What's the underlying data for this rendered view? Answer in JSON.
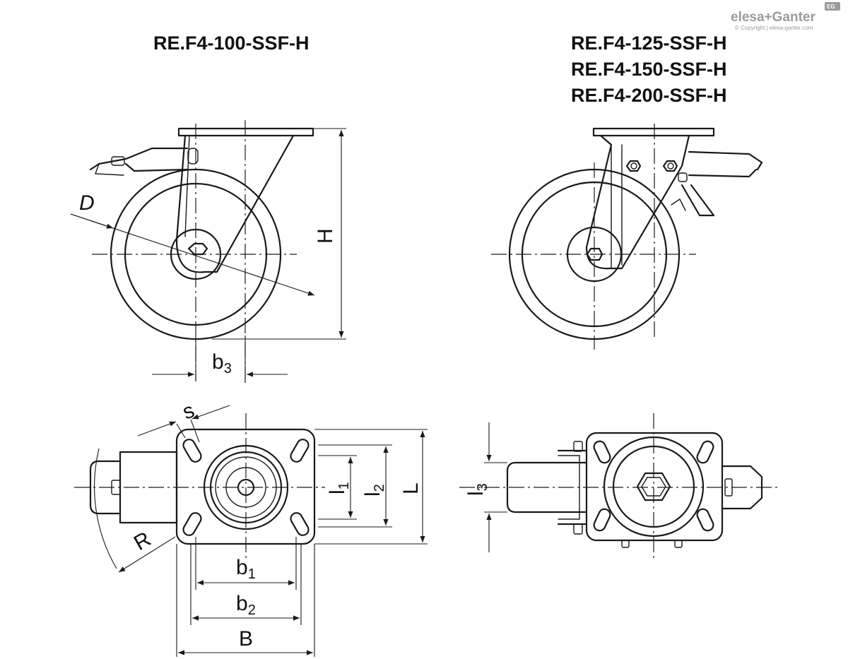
{
  "logo": {
    "name": "elesa+Ganter",
    "copyright": "© Copyright | elesa-ganter.com",
    "badge": "EG"
  },
  "titles": {
    "left": "RE.F4-100-SSF-H",
    "right_1": "RE.F4-125-SSF-H",
    "right_2": "RE.F4-150-SSF-H",
    "right_3": "RE.F4-200-SSF-H"
  },
  "dimensions": {
    "D": "D",
    "H": "H",
    "b3": {
      "base": "b",
      "sub": "3"
    },
    "s": "s",
    "R": "R",
    "l1": {
      "base": "l",
      "sub": "1"
    },
    "l2": {
      "base": "l",
      "sub": "2"
    },
    "L": "L",
    "b1": {
      "base": "b",
      "sub": "1"
    },
    "b2": {
      "base": "b",
      "sub": "2"
    },
    "B": "B",
    "l3": {
      "base": "l",
      "sub": "3"
    }
  },
  "colors": {
    "line": "#1a1a1a",
    "logo": "#9b9b9b"
  }
}
